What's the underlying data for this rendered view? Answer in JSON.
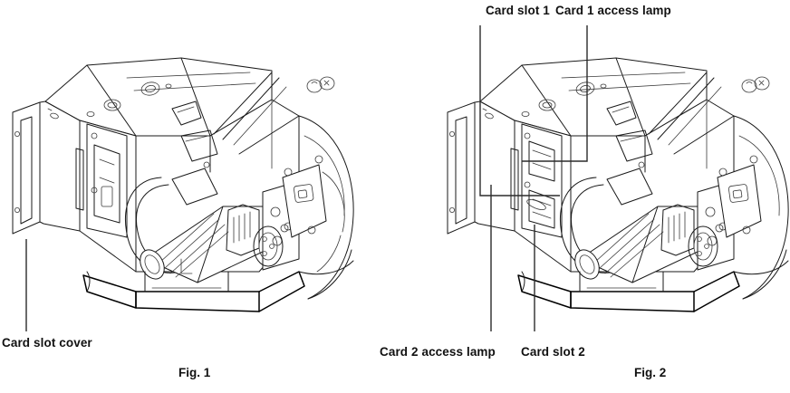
{
  "document": {
    "type": "technical-illustration",
    "subject": "camcorder card slot area",
    "figure_count": 2
  },
  "figure1": {
    "caption": "Fig. 1",
    "labels": [
      {
        "id": "card-slot-cover",
        "text": "Card slot cover",
        "position": "bottom-left"
      }
    ]
  },
  "figure2": {
    "caption": "Fig. 2",
    "labels": [
      {
        "id": "card-slot-1",
        "text": "Card slot 1",
        "position": "top-left"
      },
      {
        "id": "card-1-access-lamp",
        "text": "Card 1 access lamp",
        "position": "top-right"
      },
      {
        "id": "card-2-access-lamp",
        "text": "Card 2 access lamp",
        "position": "bottom-left"
      },
      {
        "id": "card-slot-2",
        "text": "Card slot 2",
        "position": "bottom-right"
      }
    ]
  },
  "colors": {
    "line": "#1a1a1a",
    "thin_line": "#3a3a3a",
    "leader": "#2b2b2b",
    "background": "#ffffff",
    "text": "#111111"
  }
}
